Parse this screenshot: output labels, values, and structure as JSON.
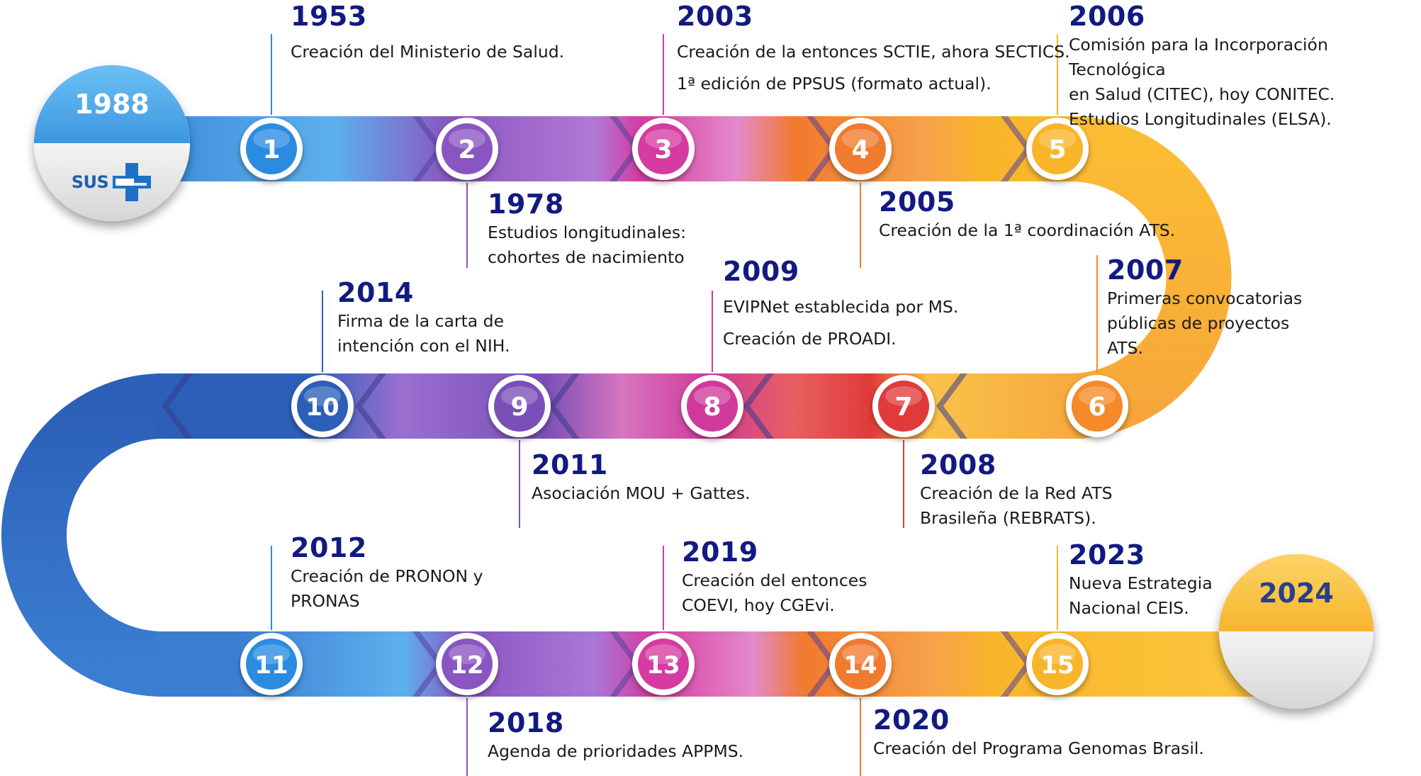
{
  "start": {
    "year": "1988",
    "logo_text": "SUS",
    "color": "#4aa3e8"
  },
  "end": {
    "year": "2024",
    "color": "#f9be37"
  },
  "milestones": [
    {
      "num": "1",
      "year": "1953",
      "color": "#2b8be0",
      "desc": [
        "Creación del Ministerio de Salud."
      ]
    },
    {
      "num": "2",
      "year": "1978",
      "color": "#8a55c0",
      "desc": [
        "Estudios longitudinales:",
        "cohortes de nacimiento"
      ]
    },
    {
      "num": "3",
      "year": "2003",
      "color": "#d53ba0",
      "desc": [
        "Creación de la entonces SCTIE, ahora SECTICS.",
        "1ª edición de PPSUS (formato actual)."
      ]
    },
    {
      "num": "4",
      "year": "2005",
      "color": "#f07a2e",
      "desc": [
        "Creación de la 1ª coordinación ATS."
      ]
    },
    {
      "num": "5",
      "year": "2006",
      "color": "#f9b52a",
      "desc": [
        "Comisión para la Incorporación Tecnológica",
        "en Salud (CITEC), hoy CONITEC.",
        "Estudios Longitudinales (ELSA)."
      ]
    },
    {
      "num": "6",
      "year": "2007",
      "color": "#f48a2a",
      "desc": [
        "Primeras convocatorias",
        "públicas de proyectos",
        "ATS."
      ]
    },
    {
      "num": "7",
      "year": "2008",
      "color": "#e03a3a",
      "desc": [
        "Creación de la Red ATS",
        "Brasileña (REBRATS)."
      ]
    },
    {
      "num": "8",
      "year": "2009",
      "color": "#cf3a9a",
      "desc": [
        "EVIPNet establecida por MS.",
        "Creación de PROADI."
      ]
    },
    {
      "num": "9",
      "year": "2011",
      "color": "#7a4fb8",
      "desc": [
        "Asociación MOU + Gattes."
      ]
    },
    {
      "num": "10",
      "year": "2014",
      "color": "#2c5fb8",
      "desc": [
        "Firma de la carta de",
        "intención con el NIH."
      ]
    },
    {
      "num": "11",
      "year": "2012",
      "color": "#2b8be0",
      "desc": [
        "Creación de PRONON y",
        "PRONAS"
      ]
    },
    {
      "num": "12",
      "year": "2018",
      "color": "#8a55c0",
      "desc": [
        "Agenda de prioridades APPMS."
      ]
    },
    {
      "num": "13",
      "year": "2019",
      "color": "#d53ba0",
      "desc": [
        "Creación del entonces",
        "COEVI, hoy CGEvi."
      ]
    },
    {
      "num": "14",
      "year": "2020",
      "color": "#f07a2e",
      "desc": [
        "Creación del Programa Genomas Brasil."
      ]
    },
    {
      "num": "15",
      "year": "2023",
      "color": "#f9b52a",
      "desc": [
        "Nueva Estrategia",
        "Nacional CEIS."
      ]
    }
  ]
}
